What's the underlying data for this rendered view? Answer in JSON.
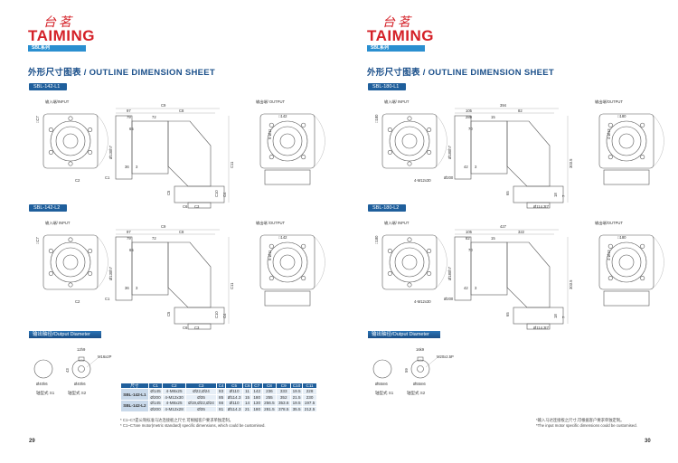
{
  "left": {
    "logo_cn": "台茗",
    "logo_en": "TAIMING",
    "series": "SBL系列",
    "title": "外形尺寸图表 / OUTLINE DIMENSION SHEET",
    "sets": [
      {
        "tag": "SBL-142-L1",
        "input": "输入端/INPUT",
        "output": "输出端/ OUTPUT",
        "labels": [
          "□C7",
          "C2",
          "C1",
          "C9",
          "97",
          "C8",
          "79",
          "72",
          "65",
          "Ø130h7",
          "36",
          "3",
          "C11",
          "C10",
          "C4",
          "C5",
          "C3",
          "C6",
          "□142",
          "6-Ø11"
        ]
      },
      {
        "tag": "SBL-142-L2",
        "input": "输入端/ INPUT",
        "output": "输出端 /OUTPUT",
        "labels": [
          "□C7",
          "C2",
          "C1",
          "C9",
          "97",
          "C8",
          "79",
          "72",
          "65",
          "Ø130h7",
          "36",
          "3",
          "C11",
          "C10",
          "C4",
          "C5",
          "C3",
          "C6",
          "□142",
          "6-Ø11"
        ]
      }
    ],
    "output_diameter": {
      "title": "输出轴径/Output Diameter",
      "s1": "轴型式 S1",
      "s2": "轴型式 S2",
      "labels": [
        "Ø40h6",
        "12h9",
        "M16x2P",
        "43",
        "Ø40h6"
      ]
    },
    "table": {
      "headers": [
        "尺寸",
        "C1",
        "C2",
        "C3",
        "C4",
        "C5",
        "C6",
        "C7",
        "C8",
        "C9",
        "C10",
        "C11"
      ],
      "groups": [
        {
          "model": "SBL-142-L1",
          "rows": [
            [
              "Ø145",
              "4-M8x25",
              "Ø22,Ø24",
              "83",
              "Ø110",
              "11",
              "142",
              "236",
              "333",
              "19.5",
              "228"
            ],
            [
              "Ø200",
              "4-M12x30",
              "Ø35",
              "85",
              "Ø114.3",
              "15",
              "180",
              "255",
              "352",
              "21.5",
              "230"
            ]
          ]
        },
        {
          "model": "SBL-142-L2",
          "rows": [
            [
              "Ø145",
              "4-M8x25",
              "Ø19,Ø22,Ø24",
              "66",
              "Ø110",
              "14",
              "130",
              "256.5",
              "353.6",
              "19.5",
              "197.5"
            ],
            [
              "Ø200",
              "4-M12x28",
              "Ø35",
              "81",
              "Ø114.3",
              "21",
              "180",
              "281.5",
              "378.5",
              "35.5",
              "212.5"
            ]
          ]
        }
      ]
    },
    "notes": [
      "* C1~C7是公制标准马达连接板之尺寸,可根据客户要求单独定制。",
      "* C1~C7are motor(metric standard) specific dimensions, which could be customised."
    ],
    "page": "29"
  },
  "right": {
    "logo_cn": "台茗",
    "logo_en": "TAIMING",
    "series": "SBL系列",
    "title": "外形尺寸图表 / OUTLINE DIMENSION SHEET",
    "sets": [
      {
        "tag": "SBL-180-L1",
        "input": "输入端/ INPUT",
        "output": "输出端/OUTPUT",
        "labels": [
          "□180",
          "4-M12x30",
          "Ø200",
          "394",
          "105",
          "82",
          "289",
          "15",
          "70",
          "Ø180h7",
          "42",
          "3",
          "303.5",
          "18",
          "7",
          "65",
          "Ø114.3t7",
          "",
          "□180",
          "4-Ø13"
        ]
      },
      {
        "tag": "SBL-180-L2",
        "input": "输入端/ INPUT",
        "output": "输出端/OUTPUT",
        "labels": [
          "□180",
          "4-M12x30",
          "Ø200",
          "427",
          "105",
          "322",
          "82",
          "15",
          "70",
          "Ø180h7",
          "42",
          "3",
          "303.5",
          "18",
          "7",
          "65",
          "Ø114.3t7",
          "",
          "□180",
          "4-Ø13"
        ]
      }
    ],
    "output_diameter": {
      "title": "输出轴径/Output Diameter",
      "s1": "轴型式 S1",
      "s2": "轴型式 S2",
      "labels": [
        "Ø55m6",
        "16k9",
        "M20x2.5P",
        "59",
        "Ø55m6"
      ]
    },
    "notes": [
      "*输入马达连接板之尺寸,可根据客户要求单独定制。",
      "*The input motor specific dimensions could be customised."
    ],
    "page": "30"
  },
  "colors": {
    "brand_red": "#d42027",
    "accent_blue": "#1f5f9c"
  }
}
